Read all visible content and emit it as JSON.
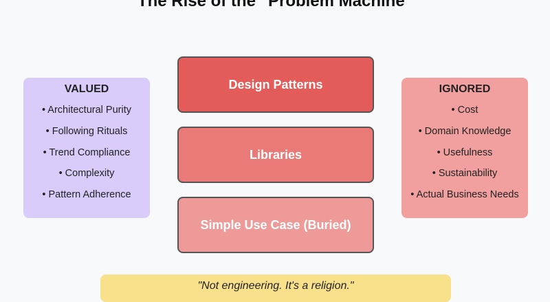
{
  "title": "The Rise of the \"Problem Machine\"",
  "valued": {
    "heading": "VALUED",
    "items": [
      "• Architectural Purity",
      "• Following Rituals",
      "• Trend Compliance",
      "• Complexity",
      "• Pattern Adherence"
    ]
  },
  "ignored": {
    "heading": "IGNORED",
    "items": [
      "• Cost",
      "• Domain Knowledge",
      "• Usefulness",
      "• Sustainability",
      "• Actual Business Needs"
    ]
  },
  "stack": [
    {
      "label": "Design Patterns"
    },
    {
      "label": "Libraries"
    },
    {
      "label": "Simple Use Case (Buried)"
    }
  ],
  "quote": "\"Not engineering. It's a religion.\"",
  "colors": {
    "background": "#f8f9fa",
    "valued_panel": "#d9ccfb",
    "ignored_panel": "#f1a09f",
    "stack_top": "#e45c59",
    "stack_middle": "#e97a77",
    "stack_bottom": "#ee9a98",
    "quote_box": "#f9e08a"
  }
}
